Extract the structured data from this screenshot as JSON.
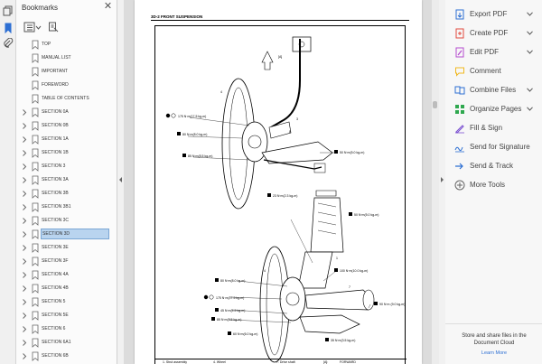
{
  "colors": {
    "accent": "#2d6fd3",
    "selected_bg": "#b9d4ef",
    "panel_bg": "#f7f7f7"
  },
  "strip": {
    "icons": [
      "page-thumbnails-icon",
      "bookmark-icon",
      "attachment-icon"
    ]
  },
  "bookmarks": {
    "title": "Bookmarks",
    "items": [
      {
        "label": "TOP",
        "expandable": false
      },
      {
        "label": "MANUAL LIST",
        "expandable": false
      },
      {
        "label": "IMPORTANT",
        "expandable": false
      },
      {
        "label": "FOREWORD",
        "expandable": false
      },
      {
        "label": "TABLE OF CONTENTS",
        "expandable": false
      },
      {
        "label": "SECTION 0A",
        "expandable": true
      },
      {
        "label": "SECTION 0B",
        "expandable": true
      },
      {
        "label": "SECTION 1A",
        "expandable": true
      },
      {
        "label": "SECTION 1B",
        "expandable": true
      },
      {
        "label": "SECTION 3",
        "expandable": true
      },
      {
        "label": "SECTION 3A",
        "expandable": true
      },
      {
        "label": "SECTION 3B",
        "expandable": true
      },
      {
        "label": "SECTION 3B1",
        "expandable": true
      },
      {
        "label": "SECTION 3C",
        "expandable": true
      },
      {
        "label": "SECTION 3D",
        "expandable": true,
        "selected": true
      },
      {
        "label": "SECTION 3E",
        "expandable": true
      },
      {
        "label": "SECTION 3F",
        "expandable": true
      },
      {
        "label": "SECTION 4A",
        "expandable": true
      },
      {
        "label": "SECTION 4B",
        "expandable": true
      },
      {
        "label": "SECTION 5",
        "expandable": true
      },
      {
        "label": "SECTION 5E",
        "expandable": true
      },
      {
        "label": "SECTION 6",
        "expandable": true
      },
      {
        "label": "SECTION 6A1",
        "expandable": true
      },
      {
        "label": "SECTION 6B",
        "expandable": true
      }
    ]
  },
  "document": {
    "header": "3D-2 FRONT SUSPENSION",
    "top_marker": "[A]",
    "torques": [
      "175 N·m(17.5 kg-m)",
      "80 N·m(8.0 kg-m)",
      "85 N·m(8.5 kg-m)",
      "50 N·m(5.0 kg-m)",
      "23 N·m(2.3 kg-m)",
      "50 N·m(5.0 kg-m)",
      "80 N·m(8.0 kg-m)",
      "100 N·m(10.0 kg-m)",
      "175 N·m(17.5 kg-m)",
      "45 N·m(4.5 kg-m)",
      "85 N·m(8.5 kg-m)",
      "60 N·m(6.0 kg-m)",
      "90 N·m (9.0 kg-m)",
      "35 N·m(3.5 kg-m)"
    ],
    "legend": [
      "1.  Strut assembly",
      "4.  Wheel",
      "7.  Drive shaft",
      "[A]:",
      "FORWARD"
    ]
  },
  "tools": {
    "items": [
      {
        "label": "Export PDF",
        "icon": "export-pdf-icon",
        "chevron": true,
        "color": "#2d6fd3"
      },
      {
        "label": "Create PDF",
        "icon": "create-pdf-icon",
        "chevron": true,
        "color": "#e2483d"
      },
      {
        "label": "Edit PDF",
        "icon": "edit-pdf-icon",
        "chevron": true,
        "color": "#b44bcf"
      },
      {
        "label": "Comment",
        "icon": "comment-icon",
        "chevron": false,
        "color": "#f0b820"
      },
      {
        "label": "Combine Files",
        "icon": "combine-files-icon",
        "chevron": true,
        "color": "#2d6fd3"
      },
      {
        "label": "Organize Pages",
        "icon": "organize-pages-icon",
        "chevron": true,
        "color": "#2fa84f"
      },
      {
        "label": "Fill & Sign",
        "icon": "fill-sign-icon",
        "chevron": false,
        "color": "#7a4fd1"
      },
      {
        "label": "Send for Signature",
        "icon": "send-signature-icon",
        "chevron": false,
        "color": "#2d6fd3"
      },
      {
        "label": "Send & Track",
        "icon": "send-track-icon",
        "chevron": false,
        "color": "#2d6fd3"
      },
      {
        "label": "More Tools",
        "icon": "more-tools-icon",
        "chevron": false,
        "color": "#666666"
      }
    ],
    "cloud_text": "Store and share files in the Document Cloud",
    "learn_more": "Learn More"
  }
}
